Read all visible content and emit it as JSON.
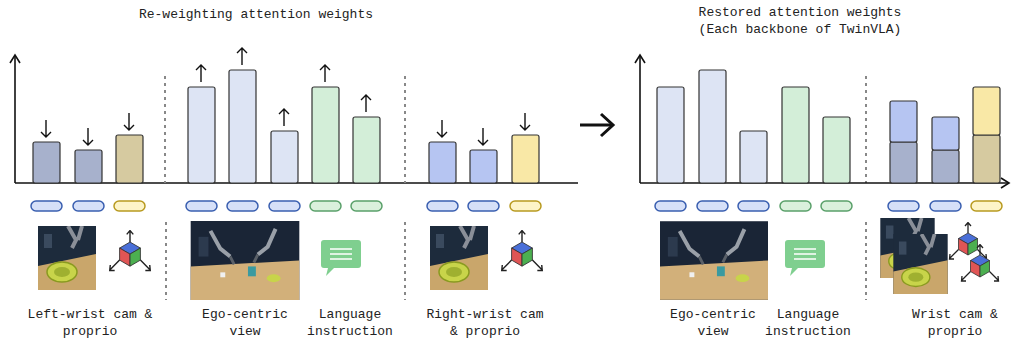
{
  "diagram": {
    "labels": [
      "Re-weighting attention weights",
      "Restored attention weights (Each backbone of TwinVLA)",
      "Left-wrist cam & proprio",
      "Ego-centric view",
      "Language instruction",
      "Right-wrist cam & proprio",
      "Ego-centric view",
      "Language instruction",
      "Wrist cam & proprio"
    ]
  }
}
